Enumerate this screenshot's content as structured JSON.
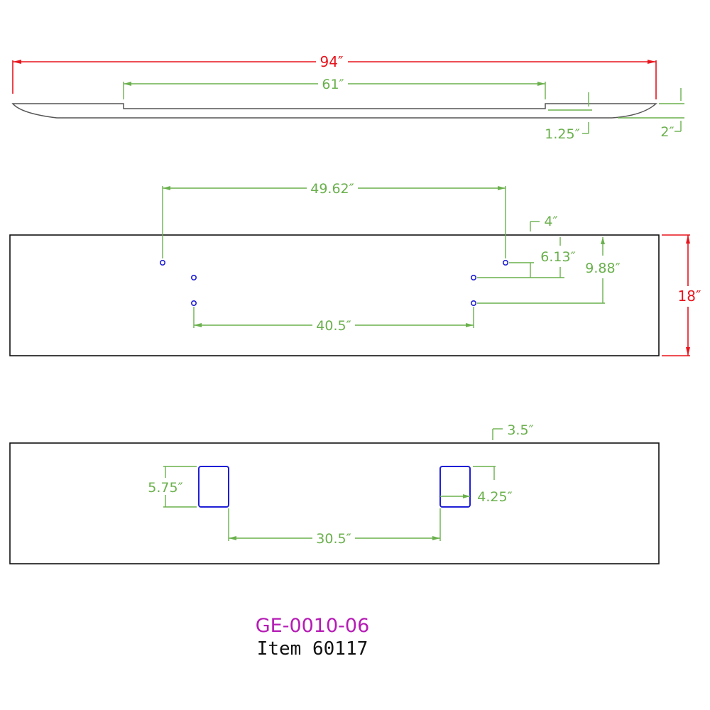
{
  "title": {
    "part_code": "GE-0010-06",
    "item": "Item 60117"
  },
  "profile_view": {
    "overall_length": "94″",
    "center_section": "61″",
    "step": "1.25″",
    "end_height": "2″"
  },
  "top_view": {
    "outer_hole_spacing": "49.62″",
    "inner_hole_spacing": "40.5″",
    "top_offset": "4″",
    "hole_drop_1": "6.13″",
    "hole_drop_2": "9.88″",
    "height": "18″"
  },
  "bottom_view": {
    "top_offset": "3.5″",
    "slot_height": "5.75″",
    "slot_width": "4.25″",
    "slot_spacing": "30.5″"
  },
  "colors": {
    "dimension": "#6ab04c",
    "overall_dimension": "#e8141c",
    "holes": "#1f1fd6",
    "part_code": "#b51bb5"
  }
}
